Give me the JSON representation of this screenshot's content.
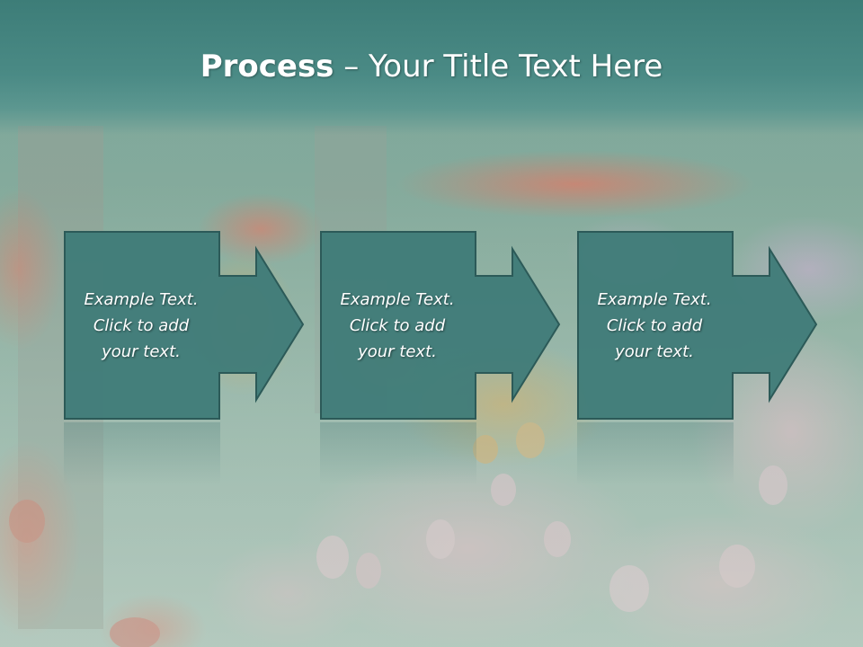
{
  "slide": {
    "title_bold": "Process",
    "title_rest": " – Your Title Text Here"
  },
  "steps": [
    {
      "text": "Example Text.\nClick  to add\nyour text."
    },
    {
      "text": "Example Text.\nClick  to add\nyour text."
    },
    {
      "text": "Example Text.\nClick  to add\nyour text."
    }
  ],
  "colors": {
    "title_band": "#3d7d78",
    "box_fill": "#3f7b78",
    "box_border": "#2c5a58",
    "text": "#ffffff"
  },
  "background": {
    "description_icon": "tulip-field-photo"
  }
}
